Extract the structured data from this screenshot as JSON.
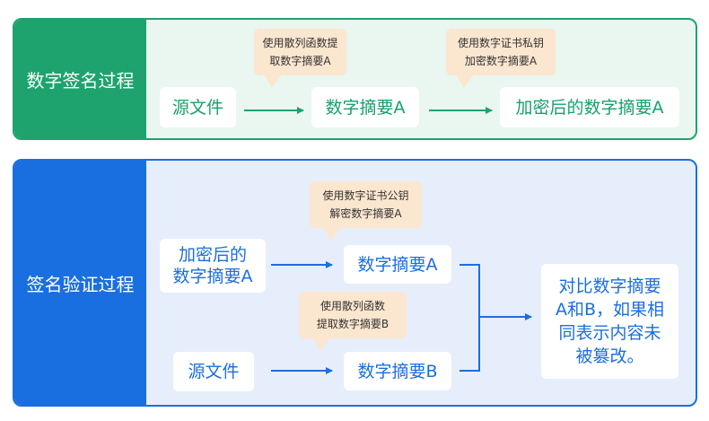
{
  "colors": {
    "green": "#1fa36e",
    "blue": "#1a6fe0",
    "bubble": "#fbe6cf"
  },
  "sign_process": {
    "title": "数字签名过程",
    "source_file": "源文件",
    "digest_a": "数字摘要A",
    "encrypted_digest": "加密后的数字摘要A",
    "note_hash": [
      "使用散列函数提",
      "取数字摘要A"
    ],
    "note_private_key": [
      "使用数字证书私钥",
      "加密数字摘要A"
    ]
  },
  "verify_process": {
    "title": "签名验证过程",
    "encrypted_digest": [
      "加密后的",
      "数字摘要A"
    ],
    "digest_a": "数字摘要A",
    "source_file": "源文件",
    "digest_b": "数字摘要B",
    "note_public_key": [
      "使用数字证书公钥",
      "解密数字摘要A"
    ],
    "note_hash": [
      "使用散列函数",
      "提取数字摘要B"
    ],
    "result": [
      "对比数字摘要",
      "A和B，如果相",
      "同表示内容未",
      "被篡改。"
    ]
  }
}
